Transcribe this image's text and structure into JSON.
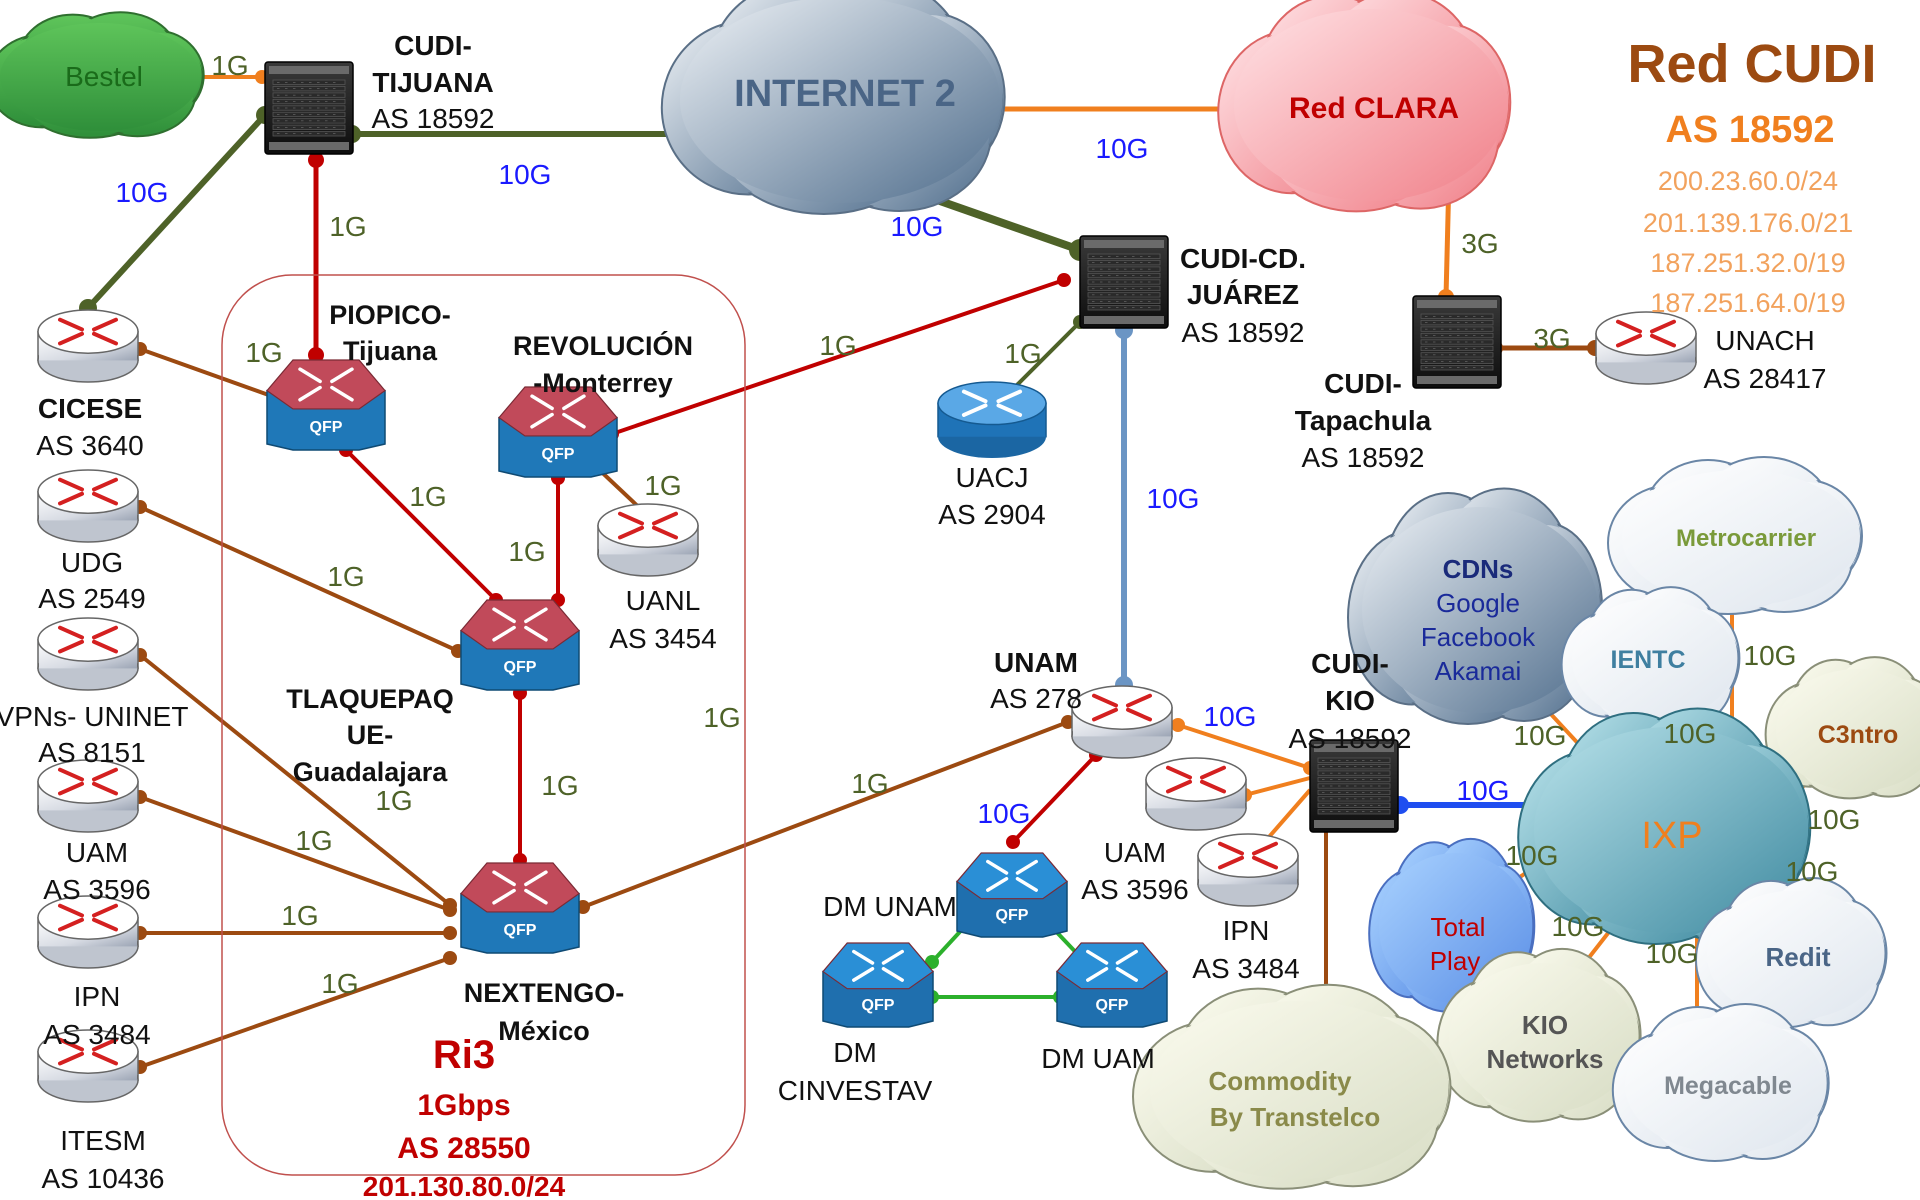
{
  "title": {
    "main": "Red CUDI",
    "asn": "AS 18592",
    "prefixes": [
      "200.23.60.0/24",
      "201.139.176.0/21",
      "187.251.32.0/19",
      "187.251.64.0/19"
    ]
  },
  "colors": {
    "brown": "#9C4A11",
    "red": "#C00000",
    "olive": "#4E6228",
    "orange": "#F07F1E",
    "steel": "#6B95C4",
    "blue": "#1F4EF0",
    "green": "#2CB02C",
    "title": "#9C4A11",
    "title_sub": "#F2A25D"
  },
  "nodes": {
    "bestel": "Bestel",
    "internet2": "INTERNET 2",
    "red_clara": "Red CLARA",
    "cudi_tijuana": [
      "CUDI-",
      "TIJUANA",
      "AS 18592"
    ],
    "cudi_juarez": [
      "CUDI-CD.",
      "JUÁREZ",
      "AS 18592"
    ],
    "cudi_tapachula": [
      "CUDI-",
      "Tapachula",
      "AS 18592"
    ],
    "cudi_kio": [
      "CUDI-",
      "KIO",
      "AS 18592"
    ],
    "unach": [
      "UNACH",
      "AS 28417"
    ],
    "cicese": [
      "CICESE",
      "AS 3640"
    ],
    "udg": [
      "UDG",
      "AS 2549"
    ],
    "vpns": [
      "VPNs- UNINET",
      "AS 8151"
    ],
    "uam_left": [
      "UAM",
      "AS 3596"
    ],
    "ipn_left": [
      "IPN",
      "AS 3484"
    ],
    "itesm": [
      "ITESM",
      "AS 10436"
    ],
    "piopico": [
      "PIOPICO-",
      "Tijuana"
    ],
    "revolucion": [
      "REVOLUCIÓN",
      "-Monterrey"
    ],
    "uanl": [
      "UANL",
      "AS 3454"
    ],
    "tlaquepaque": [
      "TLAQUEPAQ",
      "UE-",
      "Guadalajara"
    ],
    "nextengo": [
      "NEXTENGO-",
      "México"
    ],
    "uacj": [
      "UACJ",
      "AS 2904"
    ],
    "unam": [
      "UNAM",
      "AS 278"
    ],
    "uam_right": [
      "UAM",
      "AS 3596"
    ],
    "ipn_right": [
      "IPN",
      "AS 3484"
    ],
    "dm_unam": "DM UNAM",
    "dm_cinvestav": [
      "DM",
      "CINVESTAV"
    ],
    "dm_uam": "DM UAM",
    "commodity": [
      "Commodity",
      "By Transtelco"
    ],
    "cdns": [
      "CDNs",
      "Google",
      "Facebook",
      "Akamai"
    ],
    "metrocarrier": "Metrocarrier",
    "ientc": "IENTC",
    "c3ntro": "C3ntro",
    "ixp": "IXP",
    "total_play": [
      "Total",
      "Play"
    ],
    "redit": "Redit",
    "kio_networks": [
      "KIO",
      "Networks"
    ],
    "megacable": "Megacable",
    "router_badge": "QFP"
  },
  "ri3": {
    "name": "Ri3",
    "speed": "1Gbps",
    "asn": "AS 28550",
    "prefix": "201.130.80.0/24"
  },
  "link_labels": {
    "bestel_tij": "1G",
    "tij_cicese": "10G",
    "tij_i2": "10G",
    "tij_piopico": "1G",
    "i2_clara": "10G",
    "i2_juarez": "10G",
    "clara_tap": "3G",
    "tap_unach": "3G",
    "juarez_uacj": "1G",
    "juarez_unam": "10G",
    "juarez_rev": "1G",
    "cicese_piopico": "1G",
    "udg_tlaq": "1G",
    "vpns_next": "1G",
    "uam_next": "1G",
    "ipn_next": "1G",
    "itesm_next": "1G",
    "piopico_tlaq": "1G",
    "rev_tlaq": "1G",
    "rev_uanl": "1G",
    "tlaq_next": "1G",
    "box_side": "1G",
    "next_unam": "1G",
    "unam_kio": "10G",
    "unam_dm": "10G",
    "kio_ixp": "10G",
    "cdns_ixp": "10G",
    "ientc_ixp": "10G",
    "metro_ixp": "10G",
    "c3ntro_ixp": "10G",
    "redit_ixp": "10G",
    "total_ixp": "10G",
    "kio_net_ixp": "10G",
    "mega_ixp": "10G"
  }
}
